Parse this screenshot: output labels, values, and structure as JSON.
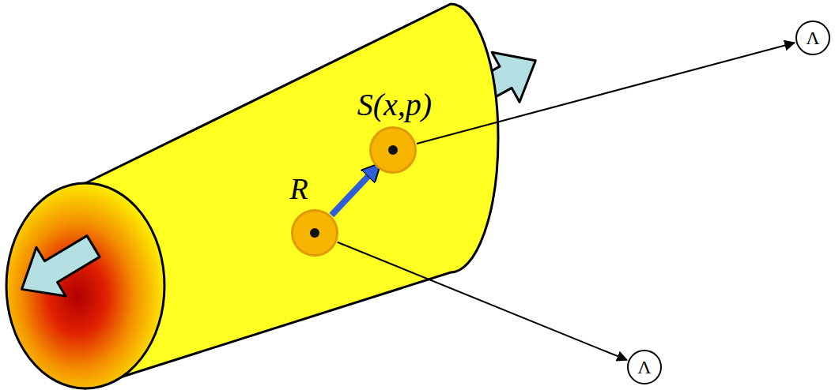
{
  "diagram": {
    "nodes": [
      {
        "text": [
          "S(x,p)"
        ]
      },
      {
        "text": [
          "R"
        ]
      },
      {
        "text": [
          "Λ"
        ]
      },
      {
        "text": [
          "Λ"
        ]
      }
    ],
    "edges": [
      {
        "from": 0,
        "to": 2,
        "arrow": "to"
      },
      {
        "from": 1,
        "to": 3,
        "arrow": "to"
      },
      {
        "from": 1,
        "to": 0,
        "arrow": "to"
      }
    ]
  }
}
